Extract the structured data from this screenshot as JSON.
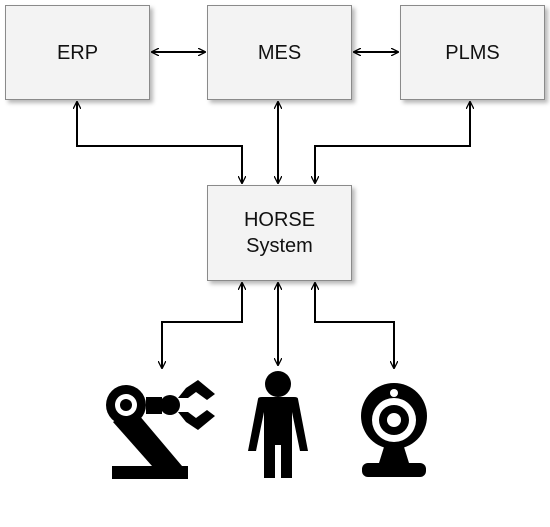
{
  "nodes": {
    "erp": {
      "label": "ERP"
    },
    "mes": {
      "label": "MES"
    },
    "plms": {
      "label": "PLMS"
    },
    "horse": {
      "label_line1": "HORSE",
      "label_line2": "System"
    }
  },
  "icons": {
    "robot": "robot-arm-icon",
    "person": "person-icon",
    "camera": "webcam-icon"
  },
  "colors": {
    "box_fill": "#f3f3f3",
    "box_border": "#8a8a8a",
    "line": "#000000",
    "icon": "#000000"
  }
}
